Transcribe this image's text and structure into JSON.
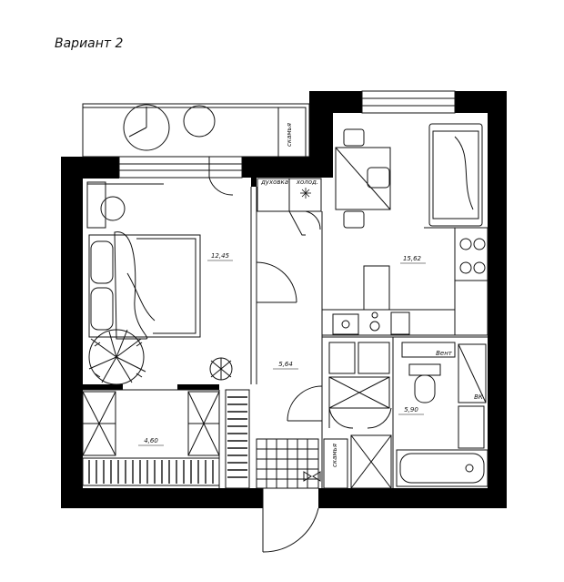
{
  "title": "Вариант 2",
  "labels": {
    "bench_balcony": "скамья",
    "oven": "духовка",
    "fridge": "холод.",
    "vent": "Вент",
    "boiler": "ВК",
    "bench_hall": "скамья"
  },
  "areas": {
    "bedroom": "12,45",
    "living_kitchen": "15,62",
    "hallway": "5,64",
    "bathroom": "5,90",
    "dressing": "4,60"
  },
  "colors": {
    "wall": "#000000",
    "line": "#111111",
    "background": "#ffffff"
  }
}
